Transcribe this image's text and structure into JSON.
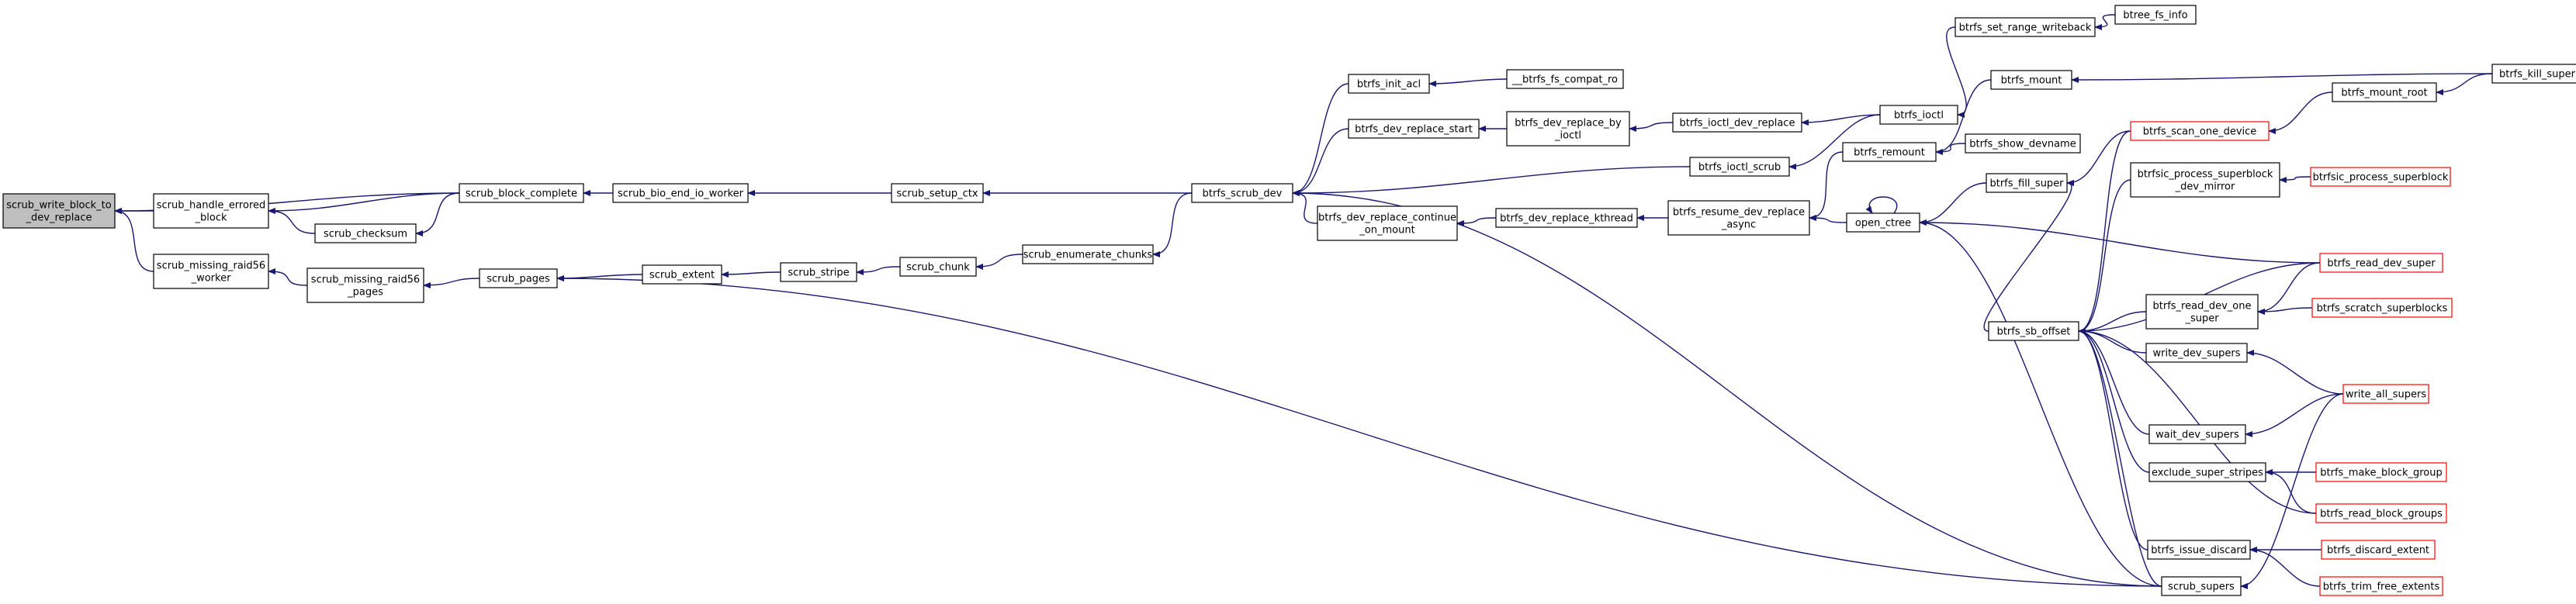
{
  "colors": {
    "edge": "#191970",
    "node_border": "#000000",
    "node_border_external": "#ff0000",
    "root_fill": "#bfbfbf",
    "background": "#ffffff"
  },
  "nodes": [
    {
      "id": "n01",
      "lines": [
        "scrub_write_block_to",
        "_dev_replace"
      ],
      "root": true
    },
    {
      "id": "n02",
      "lines": [
        "scrub_handle_errored",
        "_block"
      ]
    },
    {
      "id": "n03",
      "lines": [
        "scrub_missing_raid56",
        "_worker"
      ]
    },
    {
      "id": "n04",
      "lines": [
        "scrub_block_complete"
      ]
    },
    {
      "id": "n05",
      "lines": [
        "scrub_checksum"
      ]
    },
    {
      "id": "n06",
      "lines": [
        "scrub_missing_raid56",
        "_pages"
      ]
    },
    {
      "id": "n07",
      "lines": [
        "scrub_bio_end_io_worker"
      ]
    },
    {
      "id": "n08",
      "lines": [
        "scrub_pages"
      ]
    },
    {
      "id": "n09",
      "lines": [
        "scrub_extent"
      ]
    },
    {
      "id": "n10",
      "lines": [
        "scrub_setup_ctx"
      ]
    },
    {
      "id": "n11",
      "lines": [
        "scrub_stripe"
      ]
    },
    {
      "id": "n12",
      "lines": [
        "scrub_chunk"
      ]
    },
    {
      "id": "n13",
      "lines": [
        "scrub_enumerate_chunks"
      ]
    },
    {
      "id": "n14",
      "lines": [
        "btrfs_scrub_dev"
      ]
    },
    {
      "id": "n15",
      "lines": [
        "btrfs_init_acl"
      ]
    },
    {
      "id": "n16",
      "lines": [
        "btrfs_dev_replace_start"
      ]
    },
    {
      "id": "n17",
      "lines": [
        "btrfs_dev_replace_continue",
        "_on_mount"
      ]
    },
    {
      "id": "n18",
      "lines": [
        "__btrfs_fs_compat_ro"
      ]
    },
    {
      "id": "n19",
      "lines": [
        "btrfs_dev_replace_by",
        "_ioctl"
      ]
    },
    {
      "id": "n20",
      "lines": [
        "btrfs_dev_replace_kthread"
      ]
    },
    {
      "id": "n21",
      "lines": [
        "btrfs_ioctl_dev_replace"
      ]
    },
    {
      "id": "n22",
      "lines": [
        "btrfs_ioctl_scrub"
      ]
    },
    {
      "id": "n23",
      "lines": [
        "btrfs_resume_dev_replace",
        "_async"
      ]
    },
    {
      "id": "n24",
      "lines": [
        "btrfs_set_range_writeback"
      ]
    },
    {
      "id": "n25",
      "lines": [
        "btrfs_ioctl"
      ]
    },
    {
      "id": "n26",
      "lines": [
        "btrfs_mount"
      ]
    },
    {
      "id": "n27",
      "lines": [
        "btrfs_remount"
      ]
    },
    {
      "id": "n28",
      "lines": [
        "open_ctree"
      ]
    },
    {
      "id": "n29",
      "lines": [
        "btrfs_fill_super"
      ]
    },
    {
      "id": "n30",
      "lines": [
        "btrfs_sb_offset"
      ]
    },
    {
      "id": "n31",
      "lines": [
        "btrfs_issue_discard"
      ]
    },
    {
      "id": "n32",
      "lines": [
        "scrub_supers"
      ]
    },
    {
      "id": "n33",
      "lines": [
        "btree_fs_info"
      ]
    },
    {
      "id": "n34",
      "lines": [
        "btrfs_show_devname"
      ]
    },
    {
      "id": "n35",
      "lines": [
        "btrfs_scan_one_device"
      ],
      "external": true
    },
    {
      "id": "n36",
      "lines": [
        "btrfsic_process_superblock",
        "_dev_mirror"
      ]
    },
    {
      "id": "n37",
      "lines": [
        "btrfs_read_dev_one",
        "_super"
      ]
    },
    {
      "id": "n38",
      "lines": [
        "write_dev_supers"
      ]
    },
    {
      "id": "n39",
      "lines": [
        "wait_dev_supers"
      ]
    },
    {
      "id": "n40",
      "lines": [
        "exclude_super_stripes"
      ]
    },
    {
      "id": "n41",
      "lines": [
        "btrfs_mount_root"
      ]
    },
    {
      "id": "n42",
      "lines": [
        "btrfs_kill_super"
      ]
    },
    {
      "id": "n43",
      "lines": [
        "btrfsic_process_superblock"
      ],
      "external": true
    },
    {
      "id": "n44",
      "lines": [
        "btrfs_read_dev_super"
      ],
      "external": true
    },
    {
      "id": "n45",
      "lines": [
        "btrfs_scratch_superblocks"
      ],
      "external": true
    },
    {
      "id": "n46",
      "lines": [
        "write_all_supers"
      ],
      "external": true
    },
    {
      "id": "n47",
      "lines": [
        "btrfs_make_block_group"
      ],
      "external": true
    },
    {
      "id": "n48",
      "lines": [
        "btrfs_read_block_groups"
      ],
      "external": true
    },
    {
      "id": "n49",
      "lines": [
        "btrfs_discard_extent"
      ],
      "external": true
    },
    {
      "id": "n50",
      "lines": [
        "btrfs_trim_free_extents"
      ],
      "external": true
    }
  ],
  "edges": [
    [
      "n02",
      "n01"
    ],
    [
      "n03",
      "n01"
    ],
    [
      "n04",
      "n01"
    ],
    [
      "n04",
      "n02"
    ],
    [
      "n05",
      "n02"
    ],
    [
      "n04",
      "n05"
    ],
    [
      "n06",
      "n03"
    ],
    [
      "n08",
      "n06"
    ],
    [
      "n07",
      "n04"
    ],
    [
      "n10",
      "n07"
    ],
    [
      "n09",
      "n08"
    ],
    [
      "n32",
      "n08"
    ],
    [
      "n11",
      "n09"
    ],
    [
      "n12",
      "n11"
    ],
    [
      "n13",
      "n12"
    ],
    [
      "n14",
      "n13"
    ],
    [
      "n14",
      "n10"
    ],
    [
      "n15",
      "n14"
    ],
    [
      "n16",
      "n14"
    ],
    [
      "n17",
      "n14"
    ],
    [
      "n22",
      "n14"
    ],
    [
      "n32",
      "n14"
    ],
    [
      "n18",
      "n15"
    ],
    [
      "n19",
      "n16"
    ],
    [
      "n20",
      "n17"
    ],
    [
      "n21",
      "n19"
    ],
    [
      "n23",
      "n20"
    ],
    [
      "n25",
      "n21"
    ],
    [
      "n25",
      "n22"
    ],
    [
      "n27",
      "n23"
    ],
    [
      "n28",
      "n23"
    ],
    [
      "n24",
      "n25"
    ],
    [
      "n33",
      "n24"
    ],
    [
      "n34",
      "n27"
    ],
    [
      "n26",
      "n27"
    ],
    [
      "n42",
      "n26"
    ],
    [
      "n28",
      "n28"
    ],
    [
      "n29",
      "n28"
    ],
    [
      "n44",
      "n28"
    ],
    [
      "n32",
      "n28"
    ],
    [
      "n35",
      "n29"
    ],
    [
      "n41",
      "n35"
    ],
    [
      "n42",
      "n41"
    ],
    [
      "n30",
      "n29"
    ],
    [
      "n35",
      "n30"
    ],
    [
      "n36",
      "n30"
    ],
    [
      "n37",
      "n30"
    ],
    [
      "n44",
      "n30"
    ],
    [
      "n38",
      "n30"
    ],
    [
      "n39",
      "n30"
    ],
    [
      "n40",
      "n30"
    ],
    [
      "n48",
      "n30"
    ],
    [
      "n31",
      "n30"
    ],
    [
      "n32",
      "n30"
    ],
    [
      "n43",
      "n36"
    ],
    [
      "n44",
      "n37"
    ],
    [
      "n45",
      "n37"
    ],
    [
      "n46",
      "n38"
    ],
    [
      "n46",
      "n39"
    ],
    [
      "n46",
      "n32"
    ],
    [
      "n47",
      "n40"
    ],
    [
      "n48",
      "n40"
    ],
    [
      "n49",
      "n31"
    ],
    [
      "n50",
      "n31"
    ]
  ]
}
